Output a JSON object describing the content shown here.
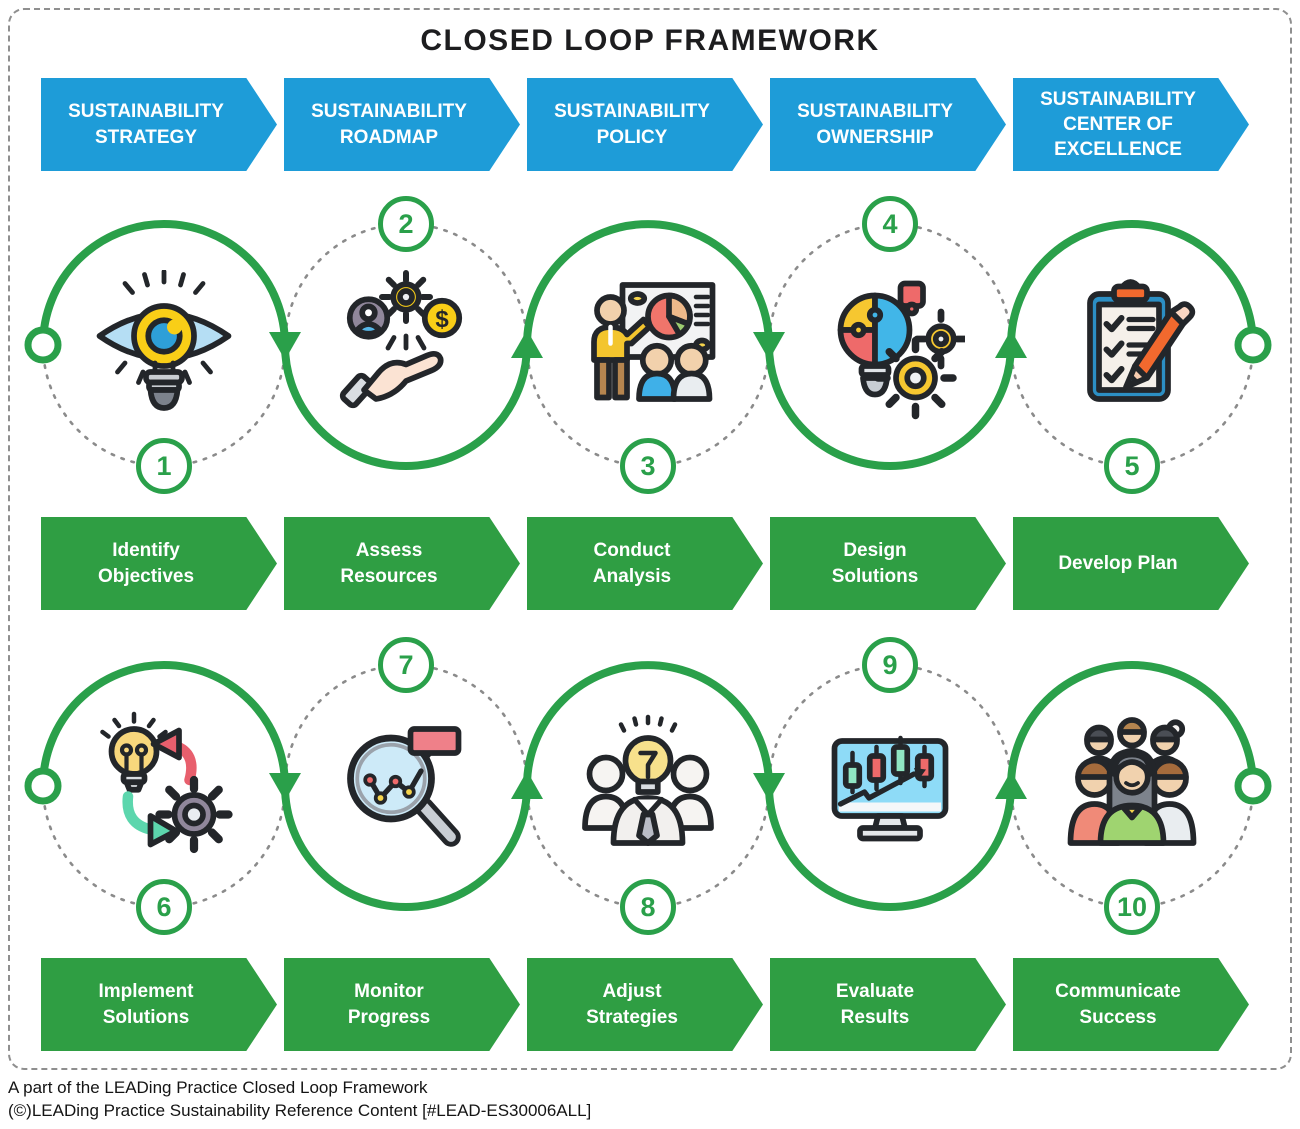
{
  "title": "CLOSED LOOP FRAMEWORK",
  "top_banners": [
    {
      "label": "SUSTAINABILITY\nSTRATEGY"
    },
    {
      "label": "SUSTAINABILITY\nROADMAP"
    },
    {
      "label": "SUSTAINABILITY\nPOLICY"
    },
    {
      "label": "SUSTAINABILITY\nOWNERSHIP"
    },
    {
      "label": "SUSTAINABILITY\nCENTER OF\nEXCELLENCE"
    }
  ],
  "loop1": {
    "steps": [
      {
        "num": "1",
        "icon": "eye-lightbulb-icon"
      },
      {
        "num": "2",
        "icon": "hand-resources-icon"
      },
      {
        "num": "3",
        "icon": "presentation-analysis-icon"
      },
      {
        "num": "4",
        "icon": "puzzle-bulb-gears-icon"
      },
      {
        "num": "5",
        "icon": "clipboard-checklist-icon"
      }
    ]
  },
  "banners1": [
    {
      "label": "Identify\nObjectives"
    },
    {
      "label": "Assess\nResources"
    },
    {
      "label": "Conduct\nAnalysis"
    },
    {
      "label": "Design\nSolutions"
    },
    {
      "label": "Develop Plan"
    }
  ],
  "loop2": {
    "steps": [
      {
        "num": "6",
        "icon": "bulb-gear-cycle-icon"
      },
      {
        "num": "7",
        "icon": "magnifier-chart-icon"
      },
      {
        "num": "8",
        "icon": "team-idea-icon"
      },
      {
        "num": "9",
        "icon": "monitor-candlestick-icon"
      },
      {
        "num": "10",
        "icon": "people-group-icon"
      }
    ]
  },
  "banners2": [
    {
      "label": "Implement\nSolutions"
    },
    {
      "label": "Monitor\nProgress"
    },
    {
      "label": "Adjust\nStrategies"
    },
    {
      "label": "Evaluate\nResults"
    },
    {
      "label": "Communicate\nSuccess"
    }
  ],
  "footer": {
    "line1": "A part of the LEADing Practice Closed Loop Framework",
    "line2": "(©)LEADing Practice Sustainability Reference Content [#LEAD-ES30006ALL]"
  },
  "colors": {
    "banner_blue": "#1e9cd8",
    "banner_green": "#2f9e43",
    "loop_green": "#2aa04a",
    "dotted_circle_gray": "#8b8b8b",
    "border_gray": "#8f8f8f",
    "title_black": "#1d1d1f"
  }
}
